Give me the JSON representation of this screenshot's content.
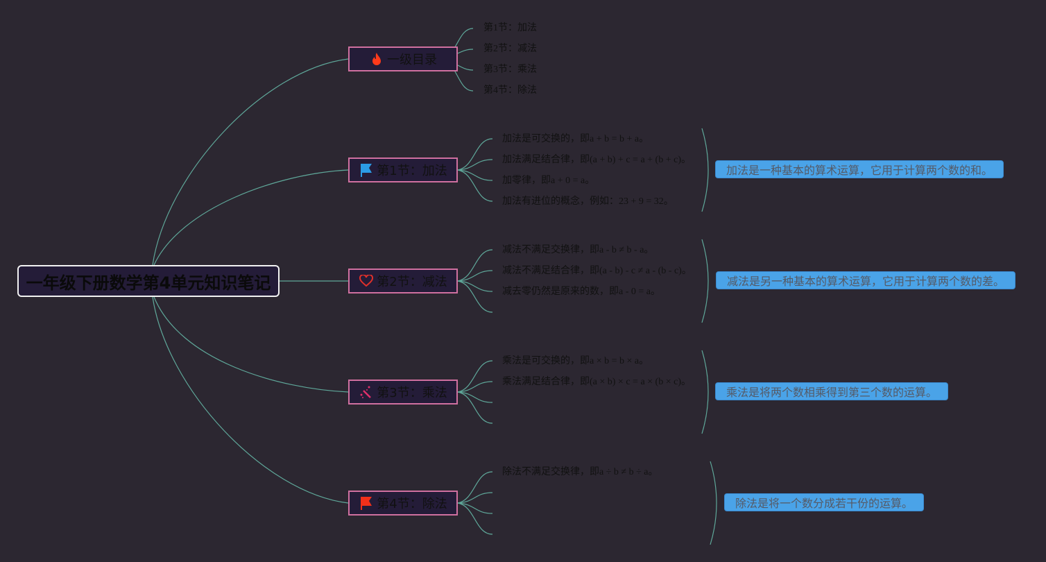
{
  "root": {
    "title": "一年级下册数学第4单元知识笔记"
  },
  "branches": [
    {
      "label": "一级目录",
      "icon": "fire-icon",
      "children": [
        "第1节：加法",
        "第2节：减法",
        "第3节：乘法",
        "第4节：除法"
      ]
    },
    {
      "label": "第1节：加法",
      "icon": "blue-flag-icon",
      "children": [
        "加法是可交换的，即a + b = b + a。",
        "加法满足结合律，即(a + b) + c = a + (b + c)。",
        "加零律，即a + 0 = a。",
        "加法有进位的概念，例如：23 + 9 = 32。"
      ],
      "summary": "加法是一种基本的算术运算，它用于计算两个数的和。"
    },
    {
      "label": "第2节：减法",
      "icon": "heart-icon",
      "children": [
        "减法不满足交换律，即a - b ≠ b - a。",
        "减法不满足结合律，即(a - b) - c ≠ a - (b - c)。",
        "减去零仍然是原来的数，即a - 0 = a。"
      ],
      "summary": "减法是另一种基本的算术运算，它用于计算两个数的差。"
    },
    {
      "label": "第3节：乘法",
      "icon": "magic-wand-icon",
      "children": [
        "乘法是可交换的，即a × b = b × a。",
        "乘法满足结合律，即(a × b) × c = a × (b × c)。"
      ],
      "summary": "乘法是将两个数相乘得到第三个数的运算。"
    },
    {
      "label": "第4节：除法",
      "icon": "red-flag-icon",
      "children": [
        "除法不满足交换律，即a ÷ b ≠ b ÷ a。"
      ],
      "summary": "除法是将一个数分成若干份的运算。"
    }
  ],
  "colors": {
    "background": "#2c2731",
    "line": "#5fa89a",
    "branch_border": "#d070a0",
    "summary_fill": "#4aa3e8"
  }
}
